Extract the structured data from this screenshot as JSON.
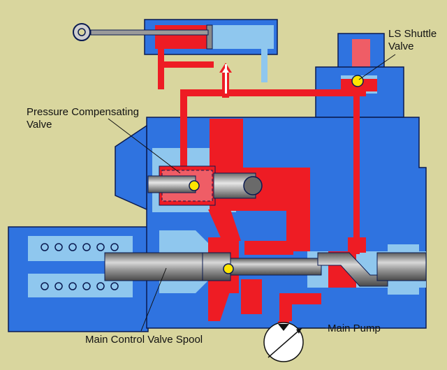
{
  "labels": {
    "ls_shuttle_valve": [
      "LS Shuttle",
      "Valve"
    ],
    "pressure_compensating_valve": [
      "Pressure Compensating",
      "Valve"
    ],
    "main_control_valve_spool": "Main Control Valve Spool",
    "main_pump": "Main Pump"
  },
  "colors": {
    "background": "#d9d69e",
    "body_blue": "#2f73e0",
    "light_blue": "#8fc7ee",
    "oil_red": "#ee1c24",
    "pink": "#ef5d66",
    "spool_gray": "#8a8a8a",
    "outline": "#0a1a50",
    "ball_yellow": "#ffe500"
  }
}
